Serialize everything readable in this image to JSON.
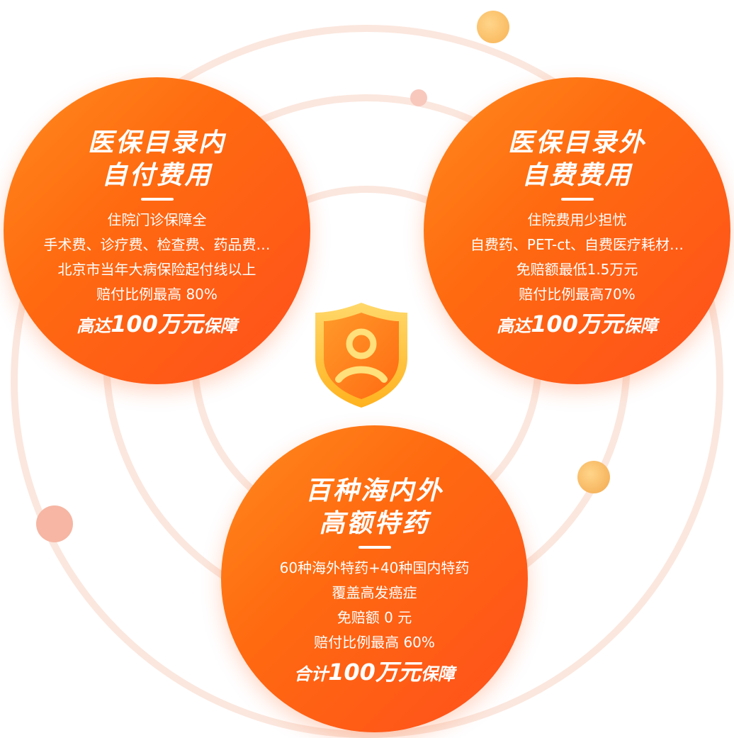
{
  "colors": {
    "bubble_start": "#ff8a1e",
    "bubble_end": "#ff4f1c",
    "orbit": "#fbe7de",
    "shield_outer": "#ffc63a",
    "shield_inner": "#ff7a1a"
  },
  "center_icon": "shield-user-icon",
  "left": {
    "title_1": "医保目录内",
    "title_2": "自付费用",
    "lines": [
      "住院门诊保障全",
      "手术费、诊疗费、检查费、药品费…",
      "北京市当年大病保险起付线以上",
      "赔付比例最高 80%"
    ],
    "highlight_pre": "高达",
    "highlight_amount": "100万元",
    "highlight_post": "保障"
  },
  "right": {
    "title_1": "医保目录外",
    "title_2": "自费费用",
    "lines": [
      "住院费用少担忧",
      "自费药、PET-ct、自费医疗耗材…",
      "免赔额最低1.5万元",
      "赔付比例最高70%"
    ],
    "highlight_pre": "高达",
    "highlight_amount": "100万元",
    "highlight_post": "保障"
  },
  "bottom": {
    "title_1": "百种海内外",
    "title_2": "高额特药",
    "lines": [
      "60种海外特药+40种国内特药",
      "覆盖高发癌症",
      "免赔额 0 元",
      "赔付比例最高 60%"
    ],
    "highlight_pre": "合计",
    "highlight_amount": "100万元",
    "highlight_post": "保障"
  }
}
